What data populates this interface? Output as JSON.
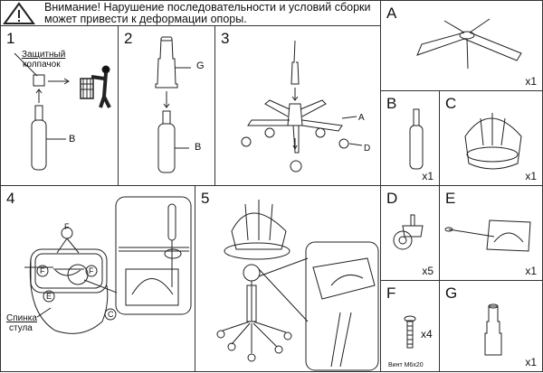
{
  "warning": {
    "icon": "warning-triangle-icon",
    "text_line1": "Внимание! Нарушение последовательности и условий сборки",
    "text_line2": "может привести к деформации опоры."
  },
  "steps": [
    {
      "number": "1",
      "labels": {
        "cap_line1": "Защитный",
        "cap_line2": "колпачок",
        "part": "B"
      }
    },
    {
      "number": "2",
      "labels": {
        "top": "G",
        "bottom": "B"
      }
    },
    {
      "number": "3",
      "labels": {
        "base": "A",
        "caster": "D"
      }
    },
    {
      "number": "4",
      "labels": {
        "f1": "F",
        "f2": "F",
        "f3": "F",
        "e": "E",
        "c": "C",
        "back_line1": "Спинка",
        "back_line2": "стула"
      }
    },
    {
      "number": "5"
    }
  ],
  "parts": [
    {
      "letter": "A",
      "qty": "x1"
    },
    {
      "letter": "B",
      "qty": "x1"
    },
    {
      "letter": "C",
      "qty": "x1"
    },
    {
      "letter": "D",
      "qty": "x5"
    },
    {
      "letter": "E",
      "qty": "x1"
    },
    {
      "letter": "F",
      "qty": "x4",
      "caption": "Винт М6х20"
    },
    {
      "letter": "G",
      "qty": "x1"
    }
  ]
}
